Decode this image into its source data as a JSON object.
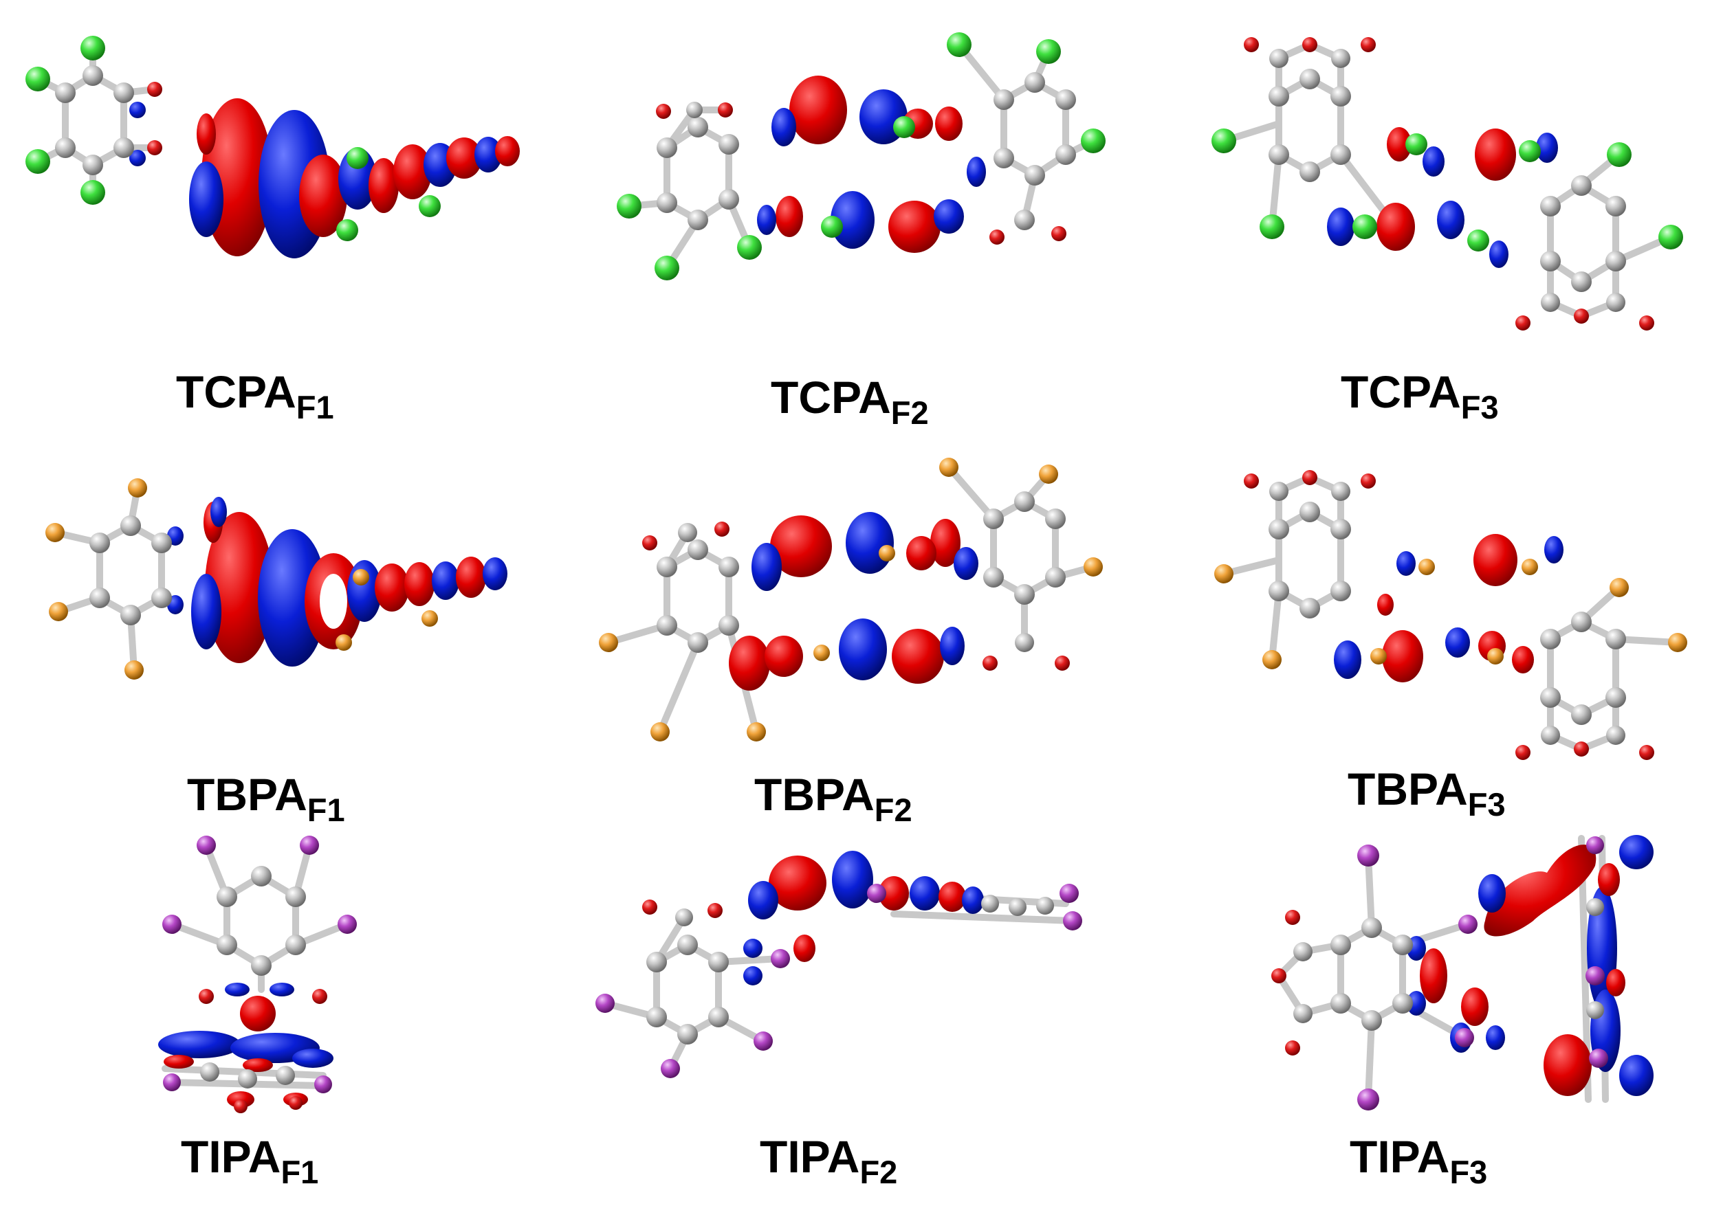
{
  "colors": {
    "carbon": "#b3b3b3",
    "oxygen": "#e01c1c",
    "chlorine": "#3fe03f",
    "bromine": "#f0a33a",
    "iodine": "#b447c6",
    "orbital_positive": "#e00000",
    "orbital_negative": "#0a1fd6",
    "background": "#ffffff"
  },
  "panels": [
    {
      "id": "tcpa-f1",
      "compound": "TCPA",
      "conformer": "F1",
      "halogen": "chlorine"
    },
    {
      "id": "tcpa-f2",
      "compound": "TCPA",
      "conformer": "F2",
      "halogen": "chlorine"
    },
    {
      "id": "tcpa-f3",
      "compound": "TCPA",
      "conformer": "F3",
      "halogen": "chlorine"
    },
    {
      "id": "tbpa-f1",
      "compound": "TBPA",
      "conformer": "F1",
      "halogen": "bromine"
    },
    {
      "id": "tbpa-f2",
      "compound": "TBPA",
      "conformer": "F2",
      "halogen": "bromine"
    },
    {
      "id": "tbpa-f3",
      "compound": "TBPA",
      "conformer": "F3",
      "halogen": "bromine"
    },
    {
      "id": "tipa-f1",
      "compound": "TIPA",
      "conformer": "F1",
      "halogen": "iodine"
    },
    {
      "id": "tipa-f2",
      "compound": "TIPA",
      "conformer": "F2",
      "halogen": "iodine"
    },
    {
      "id": "tipa-f3",
      "compound": "TIPA",
      "conformer": "F3",
      "halogen": "iodine"
    }
  ]
}
